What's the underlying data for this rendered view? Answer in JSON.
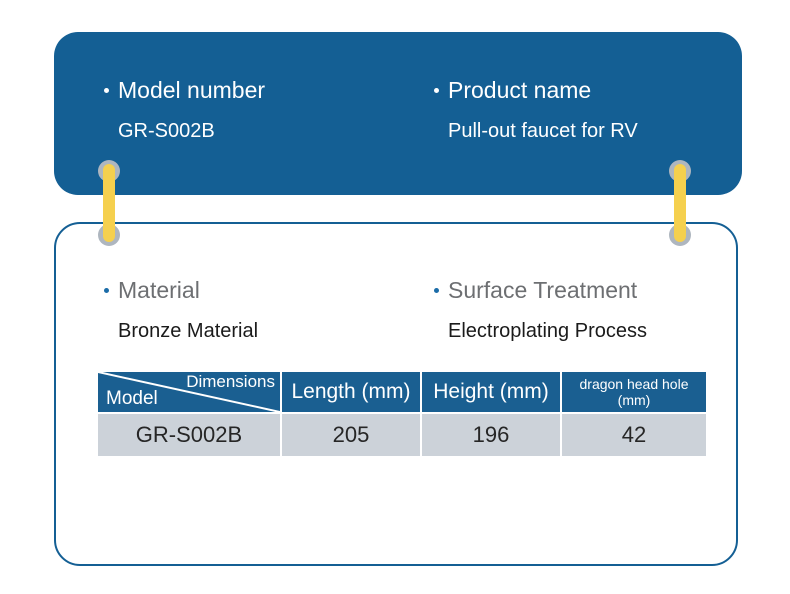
{
  "top_card": {
    "fields": [
      {
        "label": "Model number",
        "value": "GR-S002B"
      },
      {
        "label": "Product name",
        "value": "Pull-out faucet for RV"
      }
    ]
  },
  "bottom_card": {
    "fields": [
      {
        "label": "Material",
        "value": "Bronze Material"
      },
      {
        "label": "Surface Treatment",
        "value": "Electroplating Process"
      }
    ],
    "table": {
      "corner_cell": {
        "top_right": "Dimensions",
        "bottom_left": "Model"
      },
      "headers": [
        "Length (mm)",
        "Height (mm)",
        "dragon head hole (mm)"
      ],
      "rows": [
        {
          "model": "GR-S002B",
          "length": "205",
          "height": "196",
          "hole": "42"
        }
      ]
    }
  },
  "colors": {
    "card_blue": "#145f94",
    "table_header_blue": "#1a5f91",
    "table_row_gray": "#ccd2d9",
    "connector_yellow": "#f5d04e",
    "connector_cap_gray": "#aeb6bf",
    "bullet_blue": "#1b6ca8"
  }
}
